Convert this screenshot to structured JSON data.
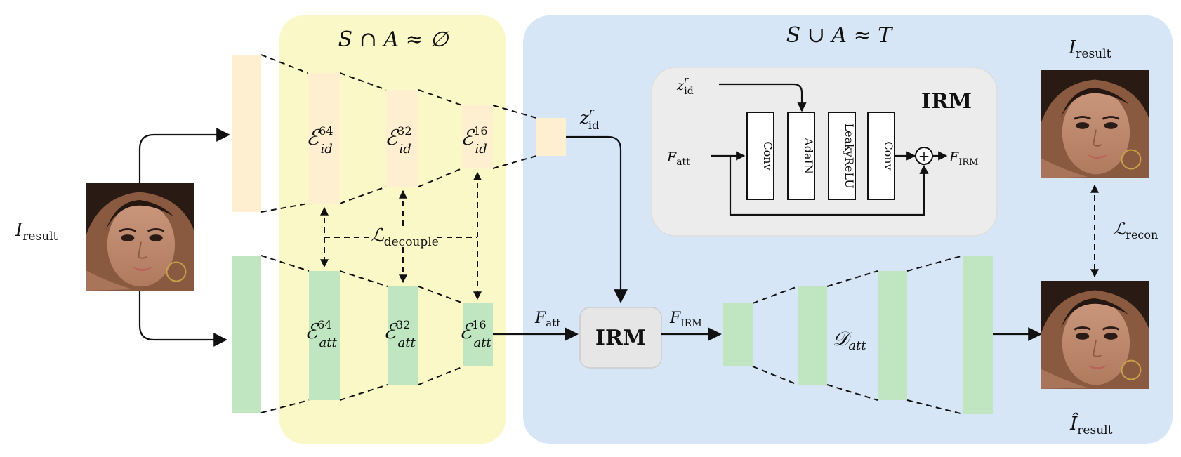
{
  "regions": {
    "separation": {
      "title_main": "S ∩ A ≈ ∅",
      "fill": "#fbf8c8"
    },
    "union": {
      "title_main": "S ∪ A ≈ T",
      "fill": "#d6e6f7"
    }
  },
  "input": {
    "label_main": "I",
    "label_sub": "result"
  },
  "encoders": {
    "id": [
      {
        "symbol": "ℰ",
        "sup": "64",
        "sub": "id"
      },
      {
        "symbol": "ℰ",
        "sup": "32",
        "sub": "id"
      },
      {
        "symbol": "ℰ",
        "sup": "16",
        "sub": "id"
      }
    ],
    "att": [
      {
        "symbol": "ℰ",
        "sup": "64",
        "sub": "att"
      },
      {
        "symbol": "ℰ",
        "sup": "32",
        "sub": "att"
      },
      {
        "symbol": "ℰ",
        "sup": "16",
        "sub": "att"
      }
    ],
    "id_color": "#fdefcf",
    "att_color": "#bfe6c0"
  },
  "loss_decouple": {
    "main": "ℒ",
    "sub": "decouple"
  },
  "z_id": {
    "main": "z",
    "sup": "r",
    "sub": "id"
  },
  "f_att": {
    "main": "F",
    "sub": "att"
  },
  "f_irm": {
    "main": "F",
    "sub": "IRM"
  },
  "irm_block": {
    "label": "IRM"
  },
  "irm_detail": {
    "title": "IRM",
    "z_main": "z",
    "z_sup": "r",
    "z_sub": "id",
    "f_att_main": "F",
    "f_att_sub": "att",
    "f_out_main": "F",
    "f_out_sub": "IRM",
    "layers": [
      "Conv",
      "AdaIN",
      "LeakyReLU",
      "Conv"
    ],
    "plus_symbol": "+"
  },
  "decoder": {
    "symbol": "𝒟",
    "sub": "att"
  },
  "outputs": {
    "top_main": "I",
    "top_sub": "result",
    "bottom_main": "Î",
    "bottom_sub": "result"
  },
  "loss_recon": {
    "main": "ℒ",
    "sub": "recon"
  }
}
